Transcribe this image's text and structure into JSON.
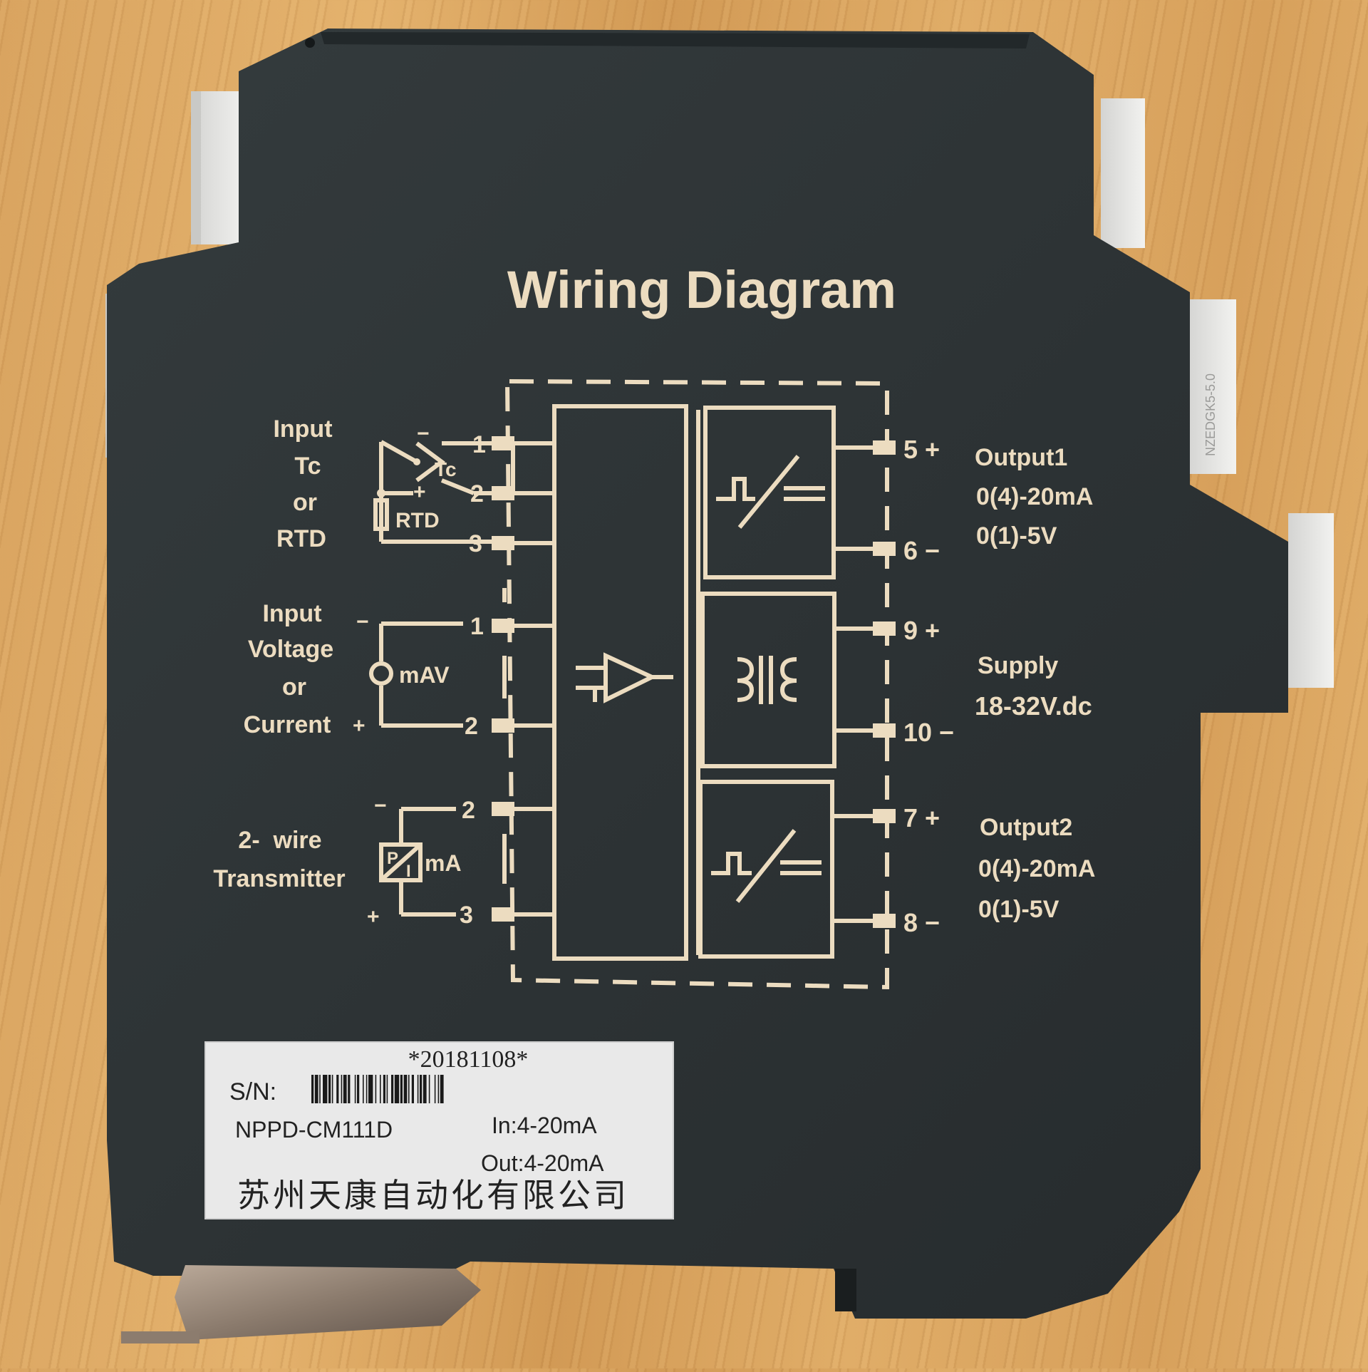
{
  "title": "Wiring Diagram",
  "inputs": {
    "tc_rtd": {
      "label_lines": [
        "Input",
        "Tc",
        "or",
        "RTD"
      ],
      "tc_symbol": "Tc",
      "rtd_symbol": "RTD",
      "polarity_minus": "−",
      "polarity_plus": "+",
      "terminals": [
        "1",
        "2",
        "3"
      ]
    },
    "voltage_current": {
      "label_lines": [
        "Input",
        "Voltage",
        "or",
        "Current"
      ],
      "polarity_minus": "−",
      "polarity_plus": "+",
      "source_symbol": "mAV",
      "terminals": [
        "1",
        "2"
      ]
    },
    "transmitter": {
      "label_lines": [
        "2-  wire",
        "Transmitter"
      ],
      "polarity_minus": "−",
      "polarity_plus": "+",
      "source_symbol": "mA",
      "pi_symbol_top": "P",
      "pi_symbol_bottom": "I",
      "terminals": [
        "2",
        "3"
      ]
    }
  },
  "outputs": {
    "output1": {
      "label_lines": [
        "Output1",
        "0(4)-20mA",
        "0(1)-5V"
      ],
      "terminal_plus": "5 +",
      "terminal_minus": "6 −"
    },
    "supply": {
      "label_lines": [
        "Supply",
        "18-32V.dc"
      ],
      "terminal_plus": "9 +",
      "terminal_minus": "10 −"
    },
    "output2": {
      "label_lines": [
        "Output2",
        "0(4)-20mA",
        "0(1)-5V"
      ],
      "terminal_plus": "7 +",
      "terminal_minus": "8 −"
    }
  },
  "sticker": {
    "barcode_text": "*20181108*",
    "sn_label": "S/N:",
    "model": "NPPD-CM111D",
    "input_spec": "In:4-20mA",
    "output_spec": "Out:4-20mA",
    "company": "苏州天康自动化有限公司"
  },
  "side_label_text": "NZEDGK5-5.0",
  "colors": {
    "module_body": "#2d3335",
    "ink": "#ecdcc0",
    "sticker": "#e9e9e9",
    "connector": "#e8e8e6",
    "wood": "#dca763"
  }
}
